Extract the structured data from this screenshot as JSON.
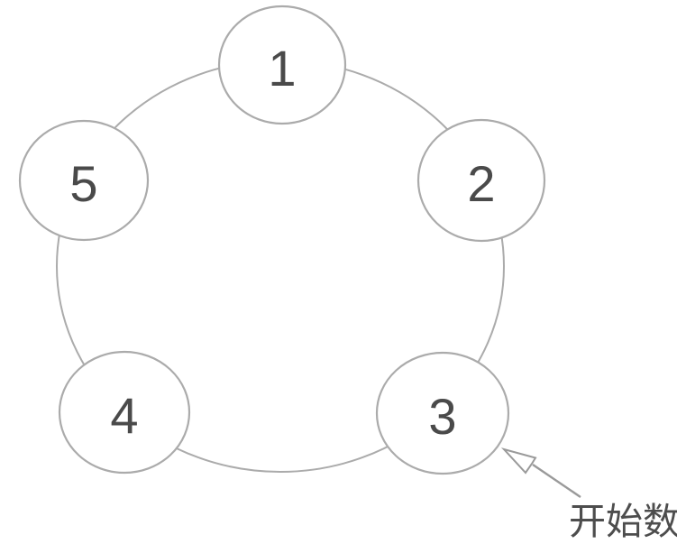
{
  "diagram": {
    "description_type": "circular-linked-ring",
    "nodes": [
      {
        "label": "1"
      },
      {
        "label": "2"
      },
      {
        "label": "3"
      },
      {
        "label": "4"
      },
      {
        "label": "5"
      }
    ],
    "annotation": {
      "label": "开始数",
      "points_to_node": "3"
    }
  },
  "colors": {
    "background": "#ffffff",
    "outline": "#ababab",
    "number": "#4a4a4a",
    "arrow": "#9a9a9a",
    "annotation_text": "#4d4d4d"
  }
}
